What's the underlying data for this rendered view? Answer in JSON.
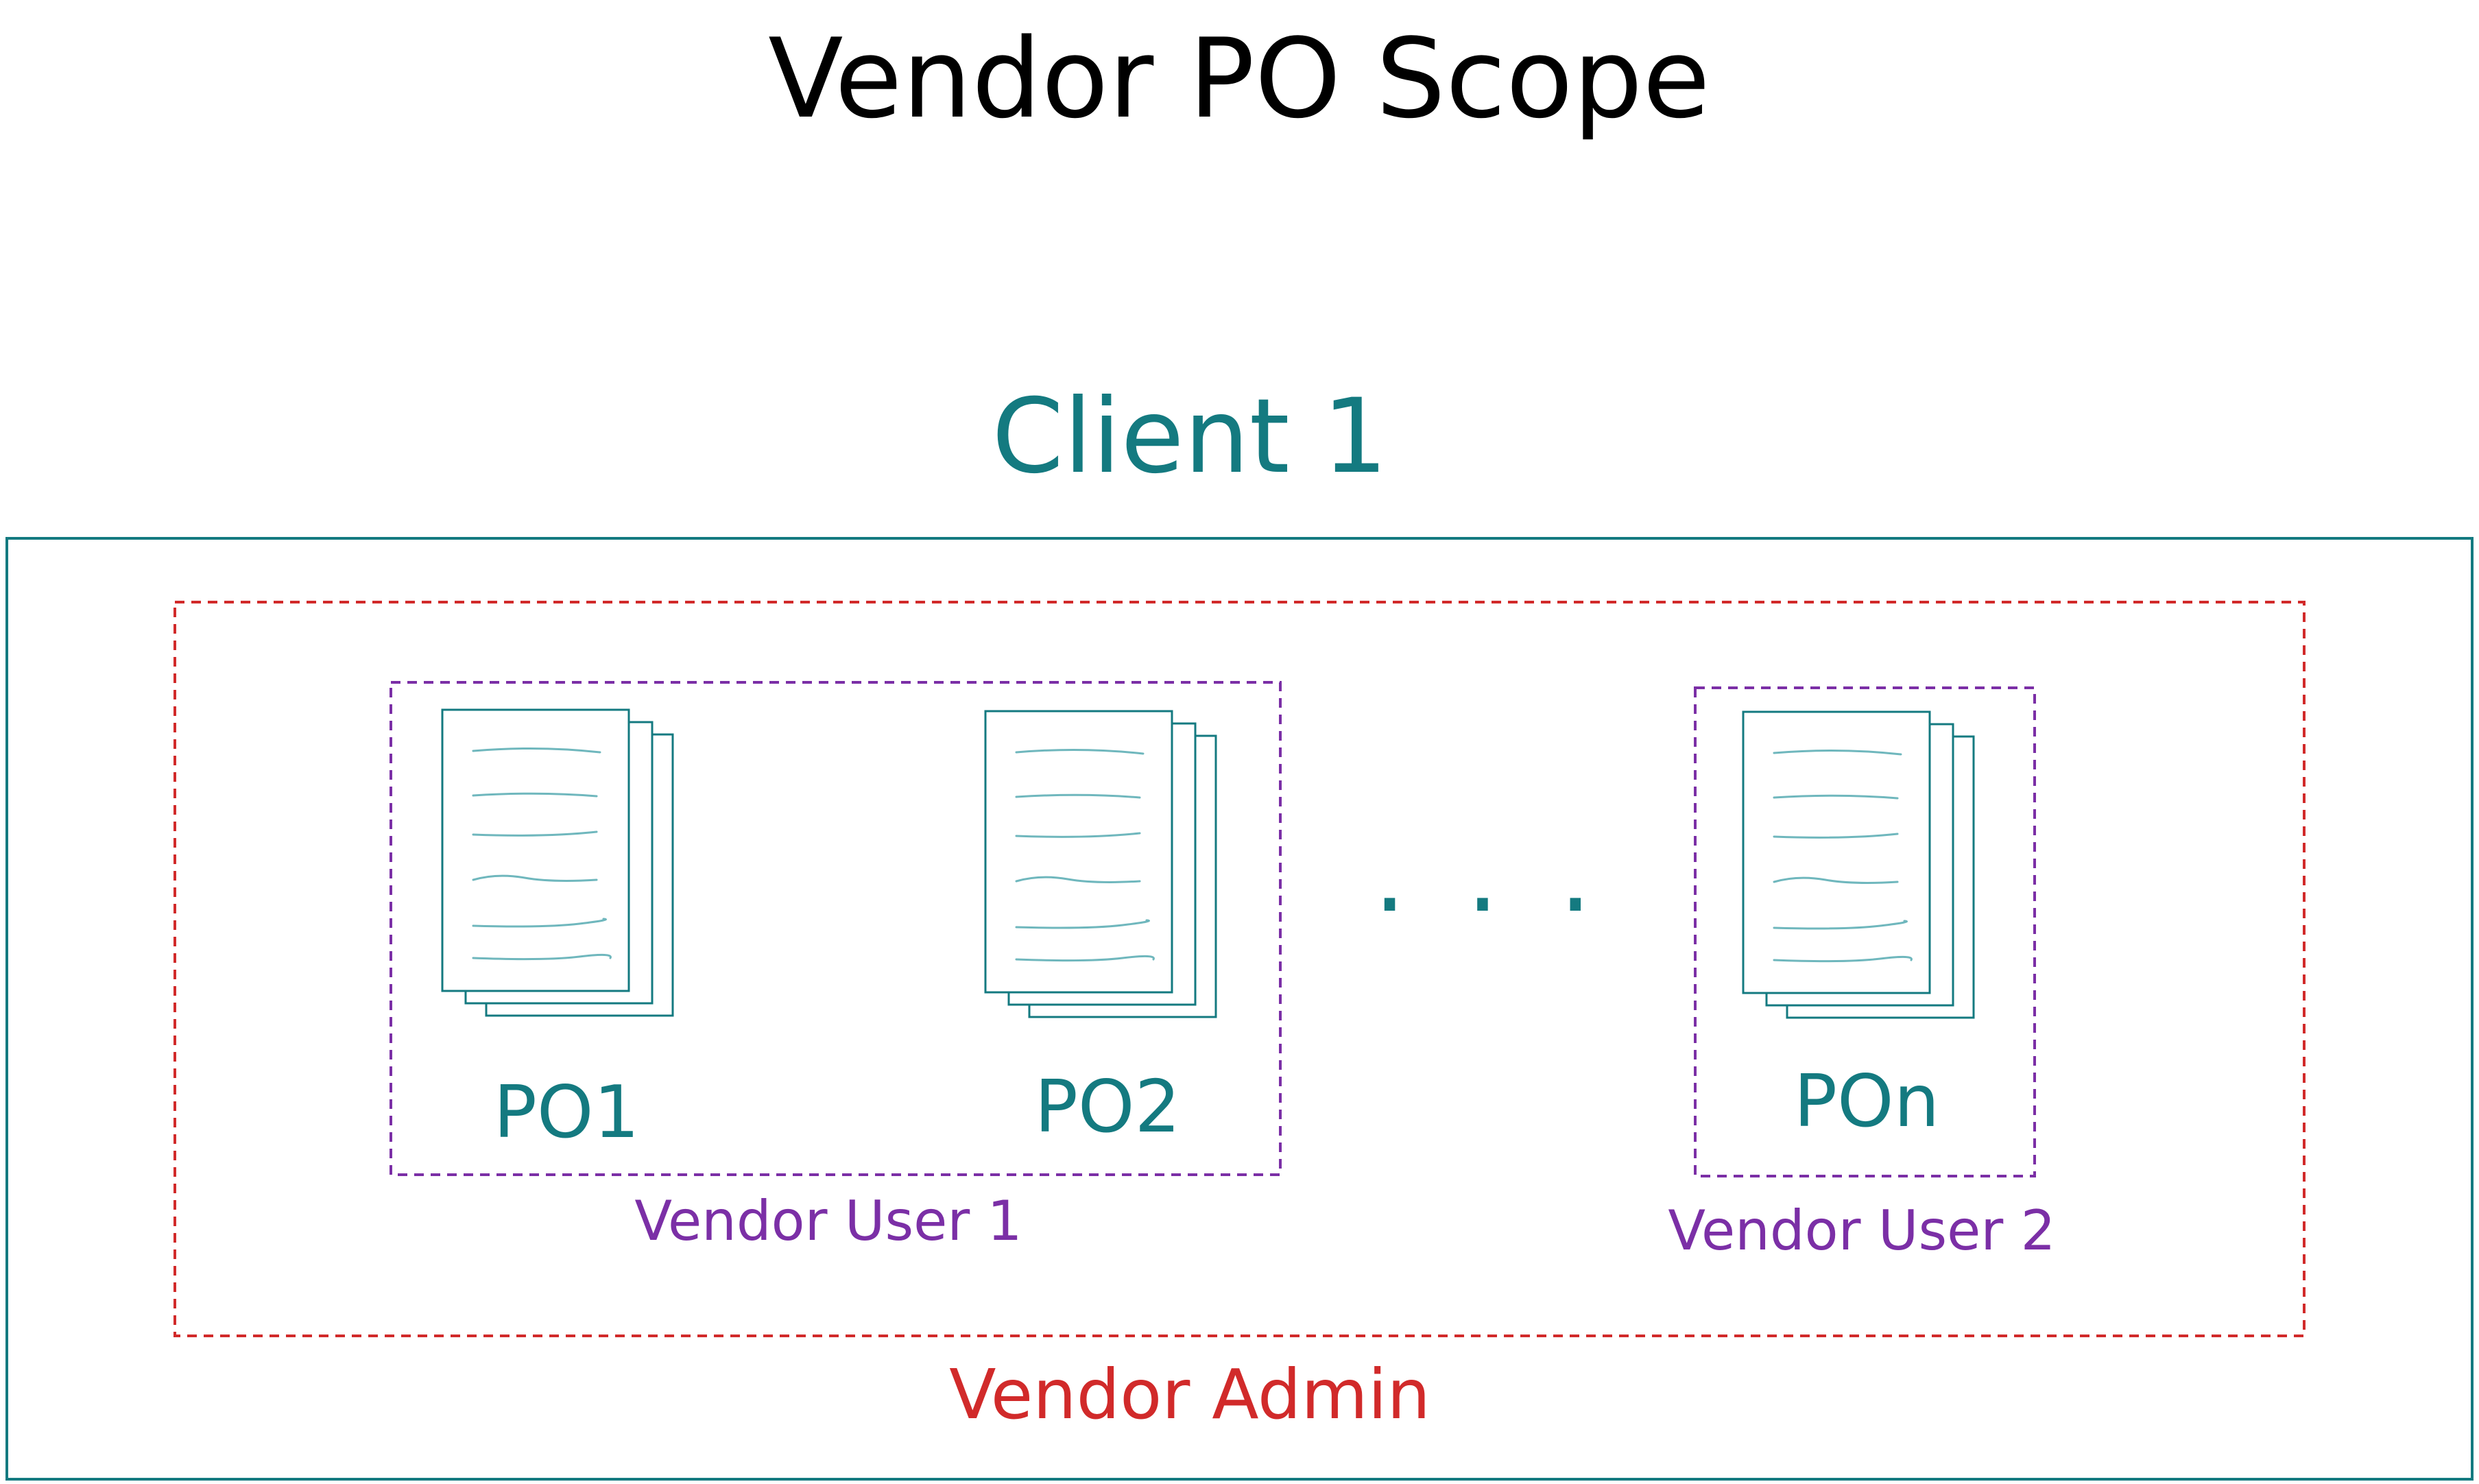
{
  "title": "Vendor PO Scope",
  "client": {
    "label": "Client 1"
  },
  "vendor_admin": {
    "label": "Vendor Admin"
  },
  "vendor_users": [
    {
      "label": "Vendor User 1"
    },
    {
      "label": "Vendor User 2"
    }
  ],
  "purchase_orders": [
    {
      "label": "PO1"
    },
    {
      "label": "PO2"
    },
    {
      "label": "POn"
    }
  ],
  "ellipsis": ". . .",
  "colors": {
    "title": "#000000",
    "client": "#147a80",
    "vendor_admin": "#d12a2a",
    "vendor_user": "#7b2fa6",
    "po": "#147a80"
  },
  "icons": {
    "document_stack": "document-stack-icon"
  }
}
